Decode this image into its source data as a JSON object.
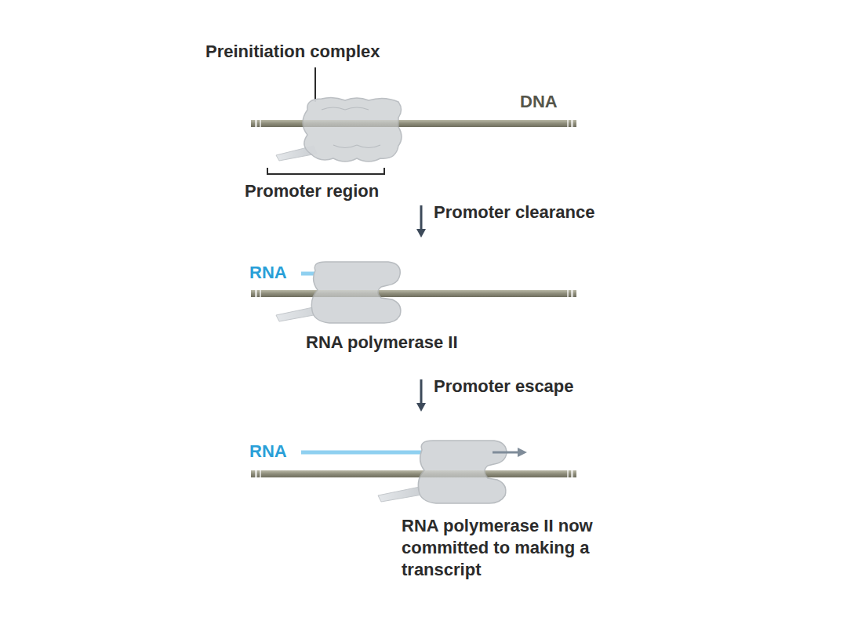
{
  "diagram": {
    "labels": [
      "Preinitiation complex",
      "DNA",
      "Promoter region",
      "Promoter clearance",
      "RNA",
      "RNA polymerase II",
      "Promoter escape",
      "RNA",
      "RNA polymerase II now committed to making a transcript"
    ]
  }
}
